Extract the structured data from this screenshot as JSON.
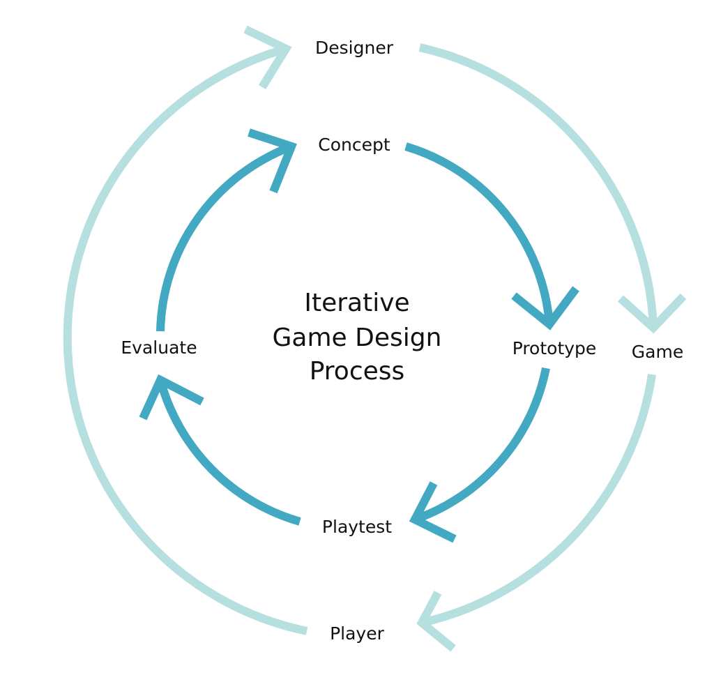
{
  "diagram": {
    "title_lines": [
      "Iterative",
      "Game Design",
      "Process"
    ],
    "inner_cycle": {
      "nodes": [
        "Concept",
        "Prototype",
        "Playtest",
        "Evaluate"
      ],
      "color": "#43a9c2"
    },
    "outer_cycle": {
      "nodes": [
        "Designer",
        "Game",
        "Player"
      ],
      "color": "#b6dfdf"
    },
    "arrow_direction": "clockwise"
  }
}
